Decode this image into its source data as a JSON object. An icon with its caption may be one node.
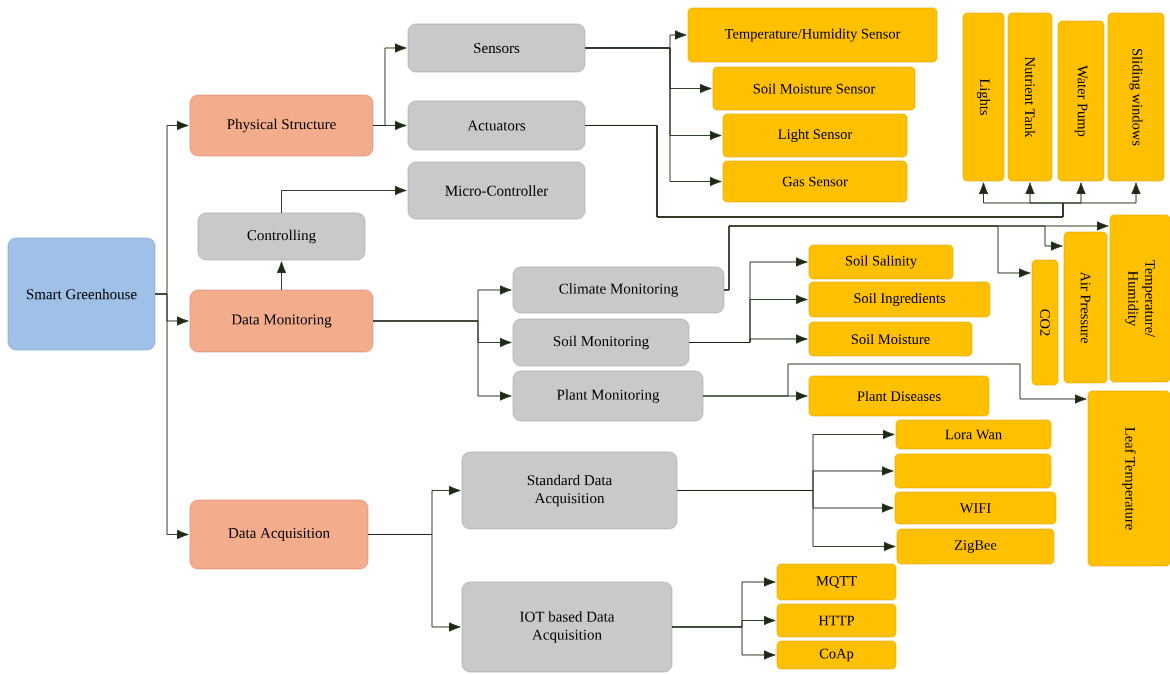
{
  "diagram": {
    "nodes": [
      {
        "text": [
          "Smart Greenhouse"
        ]
      },
      {
        "text": [
          "Physical Structure"
        ]
      },
      {
        "text": [
          "Sensors"
        ]
      },
      {
        "text": [
          "Actuators"
        ]
      },
      {
        "text": [
          "Micro-Controller"
        ]
      },
      {
        "text": [
          "Controlling"
        ]
      },
      {
        "text": [
          "Data Monitoring"
        ]
      },
      {
        "text": [
          "Climate Monitoring"
        ]
      },
      {
        "text": [
          "Soil Monitoring"
        ]
      },
      {
        "text": [
          "Plant Monitoring"
        ]
      },
      {
        "text": [
          "Data Acquisition"
        ]
      },
      {
        "text": [
          "Standard Data Acquisition"
        ]
      },
      {
        "text": [
          "IOT based Data Acquisition"
        ]
      },
      {
        "text": [
          "Temperature/Humidity Sensor"
        ]
      },
      {
        "text": [
          "Soil Moisture Sensor"
        ]
      },
      {
        "text": [
          "Light Sensor"
        ]
      },
      {
        "text": [
          "Gas Sensor"
        ]
      },
      {
        "text": [
          "Lights"
        ]
      },
      {
        "text": [
          "Nutrient Tank"
        ]
      },
      {
        "text": [
          "Water Pump"
        ]
      },
      {
        "text": [
          "Sliding windows"
        ]
      },
      {
        "text": [
          "Temperature/ Humidity"
        ]
      },
      {
        "text": [
          "CO2"
        ]
      },
      {
        "text": [
          "Air Pressure"
        ]
      },
      {
        "text": [
          "Soil Salinity"
        ]
      },
      {
        "text": [
          "Soil Ingredients"
        ]
      },
      {
        "text": [
          "Soil Moisture"
        ]
      },
      {
        "text": [
          "Plant Diseases"
        ]
      },
      {
        "text": [
          "Leaf Temperature"
        ]
      },
      {
        "text": [
          "Lora Wan"
        ]
      },
      {
        "text": [],
        "shape": "box"
      },
      {
        "text": [
          "WIFI"
        ]
      },
      {
        "text": [
          "ZigBee"
        ]
      },
      {
        "text": [
          "MQTT"
        ]
      },
      {
        "text": [
          "HTTP"
        ]
      },
      {
        "text": [
          "CoAp"
        ]
      }
    ],
    "edges": [
      {
        "from": 0,
        "to": 1,
        "arrow": "to"
      },
      {
        "from": 0,
        "to": 6,
        "arrow": "to"
      },
      {
        "from": 0,
        "to": 10,
        "arrow": "to"
      },
      {
        "from": 1,
        "to": 2,
        "arrow": "to"
      },
      {
        "from": 1,
        "to": 3,
        "arrow": "to"
      },
      {
        "from": 6,
        "to": 5,
        "arrow": "to"
      },
      {
        "from": 5,
        "to": 4,
        "arrow": "to"
      },
      {
        "from": 2,
        "to": 13,
        "arrow": "to"
      },
      {
        "from": 2,
        "to": 14,
        "arrow": "to"
      },
      {
        "from": 2,
        "to": 15,
        "arrow": "to"
      },
      {
        "from": 2,
        "to": 16,
        "arrow": "to"
      },
      {
        "from": 3,
        "to": 17,
        "arrow": "to"
      },
      {
        "from": 3,
        "to": 18,
        "arrow": "to"
      },
      {
        "from": 3,
        "to": 19,
        "arrow": "to"
      },
      {
        "from": 3,
        "to": 20,
        "arrow": "to"
      },
      {
        "from": 6,
        "to": 7,
        "arrow": "to"
      },
      {
        "from": 6,
        "to": 8,
        "arrow": "to"
      },
      {
        "from": 6,
        "to": 9,
        "arrow": "to"
      },
      {
        "from": 7,
        "to": 21,
        "arrow": "to"
      },
      {
        "from": 7,
        "to": 23,
        "arrow": "to"
      },
      {
        "from": 7,
        "to": 22,
        "arrow": "to"
      },
      {
        "from": 8,
        "to": 24,
        "arrow": "to"
      },
      {
        "from": 8,
        "to": 25,
        "arrow": "to"
      },
      {
        "from": 8,
        "to": 26,
        "arrow": "to"
      },
      {
        "from": 9,
        "to": 27,
        "arrow": "to"
      },
      {
        "from": 9,
        "to": 28,
        "arrow": "to"
      },
      {
        "from": 10,
        "to": 11,
        "arrow": "to"
      },
      {
        "from": 10,
        "to": 12,
        "arrow": "to"
      },
      {
        "from": 11,
        "to": 29,
        "arrow": "to"
      },
      {
        "from": 11,
        "to": 30,
        "arrow": "to"
      },
      {
        "from": 11,
        "to": 31,
        "arrow": "to"
      },
      {
        "from": 11,
        "to": 32,
        "arrow": "to"
      },
      {
        "from": 12,
        "to": 33,
        "arrow": "to"
      },
      {
        "from": 12,
        "to": 34,
        "arrow": "to"
      },
      {
        "from": 12,
        "to": 35,
        "arrow": "to"
      }
    ]
  }
}
